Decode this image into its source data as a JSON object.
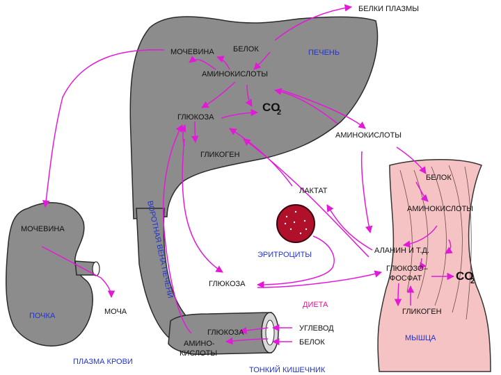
{
  "colors": {
    "organ": "#8c8c8c",
    "muscle": "#f5c3c3",
    "arrow": "#e21ad8",
    "blue_text": "#2233cc",
    "magenta_text": "#e0109a",
    "erythrocyte": "#b0102a"
  },
  "labels": {
    "plasma_proteins": "БЕЛКИ ПЛАЗМЫ",
    "urea_liver": "МОЧЕВИНА",
    "protein_liver": "БЕЛОК",
    "liver": "ПЕЧЕНЬ",
    "amino_liver": "АМИНОКИСЛОТЫ",
    "co2_liver": "CO",
    "co2_liver_sub": "2",
    "glucose_liver": "ГЛЮКОЗА",
    "glycogen_liver": "ГЛИКОГЕН",
    "amino_blood": "АМИНОКИСЛОТЫ",
    "lactate": "ЛАКТАТ",
    "erythrocytes": "ЭРИТРОЦИТЫ",
    "urea_kidney": "МОЧЕВИНА",
    "kidney": "ПОЧКА",
    "urine": "МОЧА",
    "plasma": "ПЛАЗМА КРОВИ",
    "portal_vein": "ВОРОТНАЯ ВЕНА ПЕЧЕНИ",
    "glucose_blood": "ГЛЮКОЗА",
    "diet": "ДИЕТА",
    "glucose_intestine": "ГЛЮКОЗА",
    "amino_intestine_1": "АМИНО-",
    "amino_intestine_2": "КИСЛОТЫ",
    "carbohydrate": "УГЛЕВОД",
    "protein_intestine": "БЕЛОК",
    "small_intestine": "ТОНКИЙ КИШЕЧНИК",
    "protein_muscle": "БЕЛОК",
    "amino_muscle": "АМИНОКИСЛОТЫ",
    "alanine": "АЛАНИН И Т.Д.",
    "glucose_phosphate_1": "ГЛЮКОЗО–",
    "glucose_phosphate_2": "ФОСФАТ",
    "co2_muscle": "CO",
    "co2_muscle_sub": "2",
    "glycogen_muscle": "ГЛИКОГЕН",
    "muscle": "МЫШЦА"
  }
}
